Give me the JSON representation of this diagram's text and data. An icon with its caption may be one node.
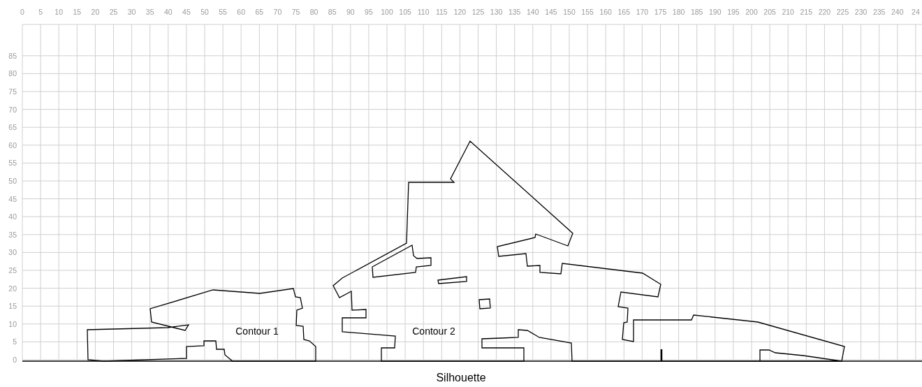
{
  "diagram": {
    "caption": "Silhouette",
    "nodes": [
      {
        "text": [
          "Contour 1"
        ]
      },
      {
        "text": [
          "Contour 2"
        ]
      }
    ],
    "labels": [
      "0",
      "5",
      "10",
      "15",
      "20",
      "25",
      "30",
      "35",
      "40",
      "45",
      "50",
      "55",
      "60",
      "65",
      "70",
      "75",
      "80",
      "85",
      "90",
      "95",
      "100",
      "105",
      "110",
      "115",
      "120",
      "125",
      "130",
      "135",
      "140",
      "145",
      "150",
      "155",
      "160",
      "165",
      "170",
      "175",
      "180",
      "185",
      "190",
      "195",
      "200",
      "205",
      "210",
      "215",
      "220",
      "225",
      "230",
      "235",
      "240",
      "24",
      "85",
      "80",
      "75",
      "70",
      "65",
      "60",
      "55",
      "50",
      "45",
      "40",
      "35",
      "30",
      "25",
      "20",
      "15",
      "10",
      "5",
      "0"
    ]
  }
}
